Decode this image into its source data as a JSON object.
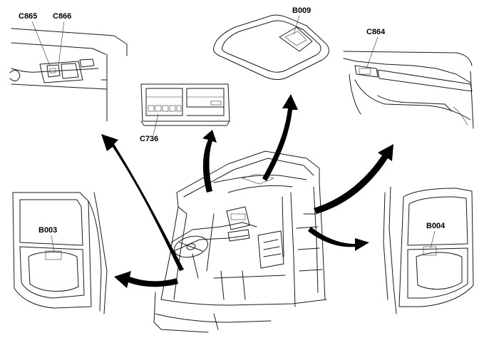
{
  "labels": {
    "c865": "C865",
    "c866": "C866",
    "b009": "B009",
    "c864": "C864",
    "c736": "C736",
    "b003": "B003",
    "b004": "B004"
  },
  "colors": {
    "line": "#1a1a1a",
    "background": "#ffffff"
  }
}
